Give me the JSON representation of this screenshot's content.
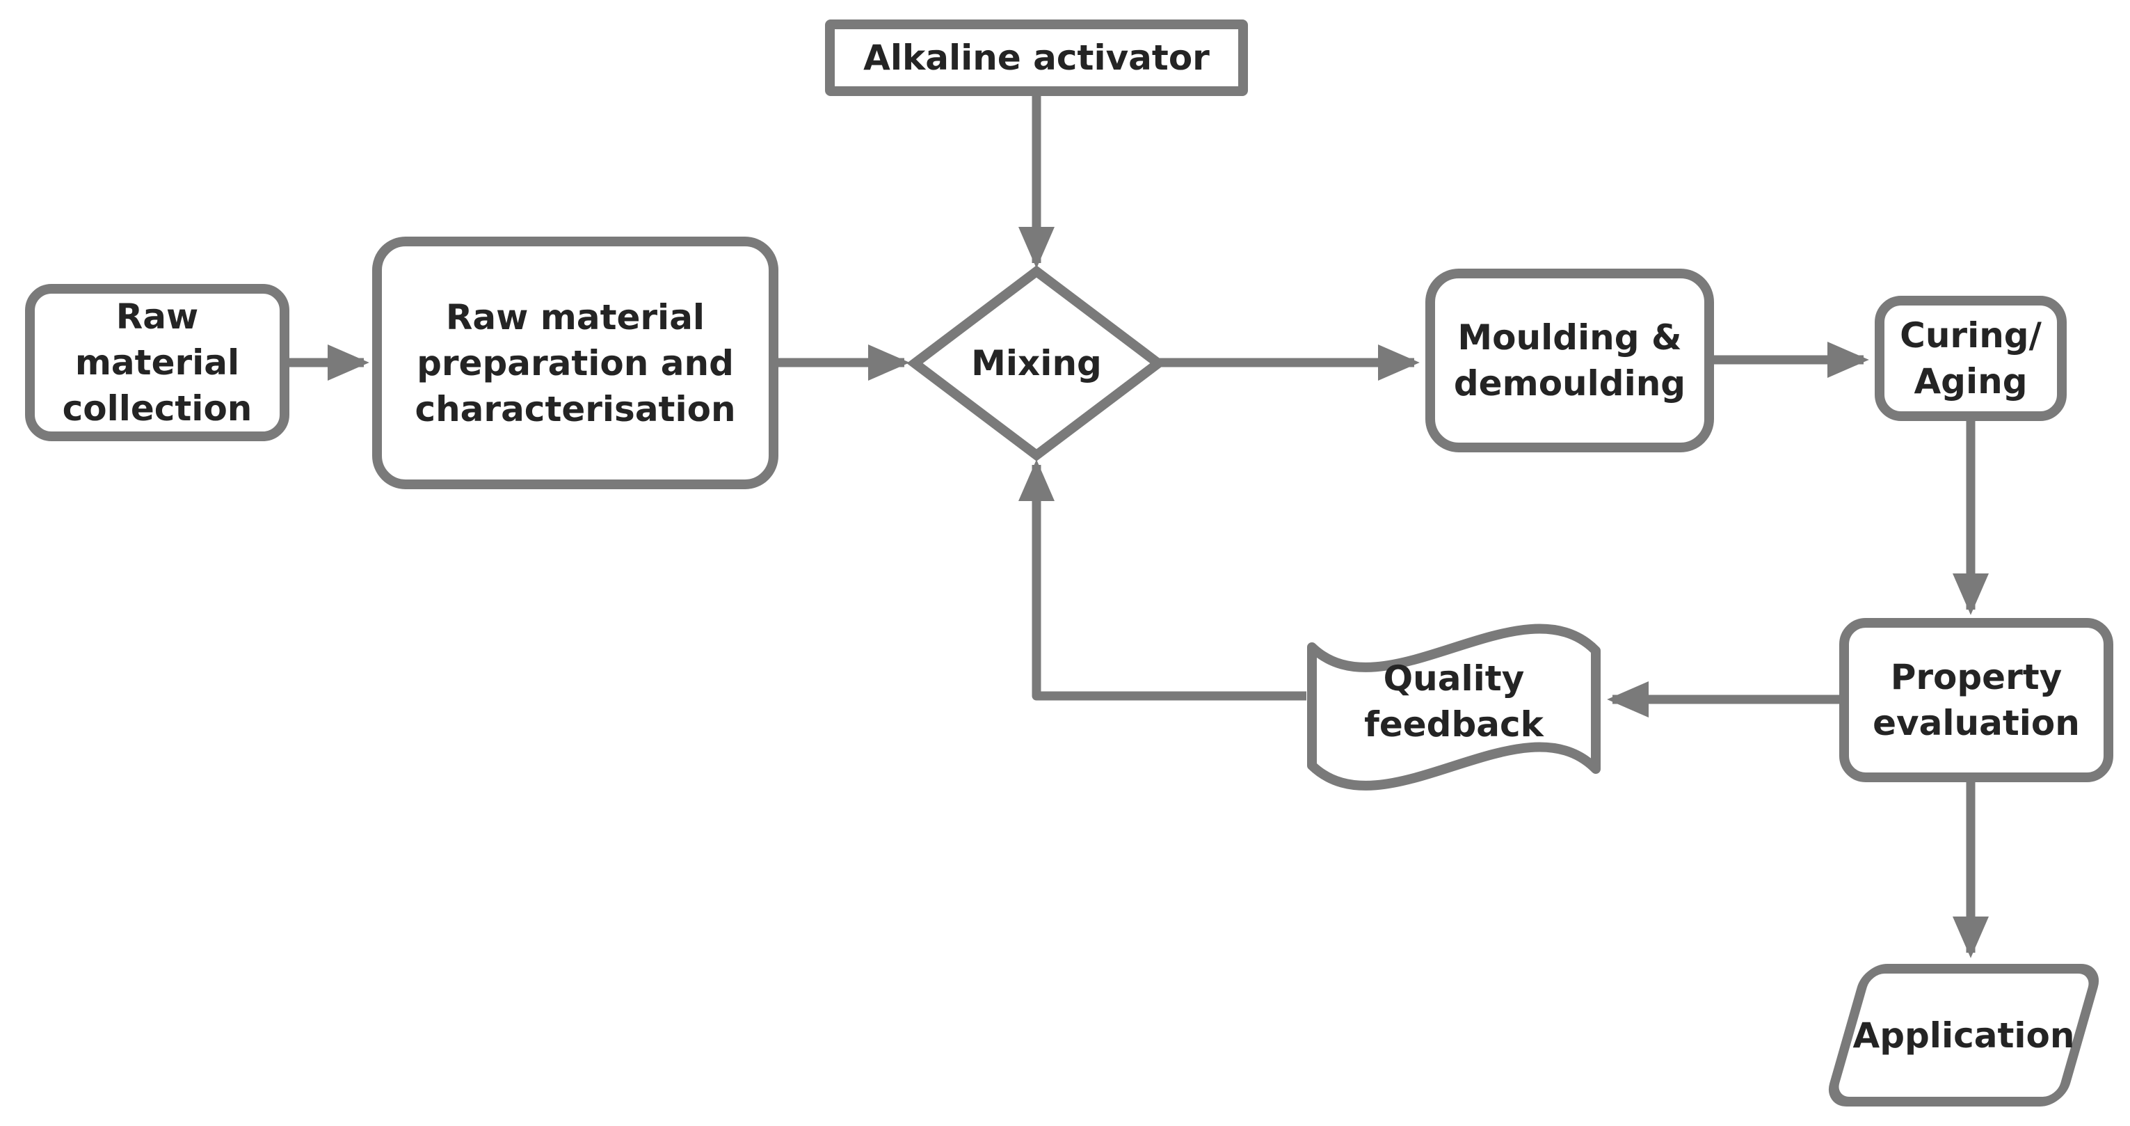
{
  "diagram": {
    "title": "Geopolymer production process flowchart",
    "colors": {
      "background": "#ffffff",
      "stroke": "#7a7a7a",
      "text": "#242424"
    },
    "nodes": {
      "collection": {
        "label": "Raw\nmaterial\ncollection",
        "shape": "rounded-rect"
      },
      "prep": {
        "label": "Raw material\npreparation and\ncharacterisation",
        "shape": "rounded-rect"
      },
      "alkaline": {
        "label": "Alkaline activator",
        "shape": "rect"
      },
      "mixing": {
        "label": "Mixing",
        "shape": "diamond"
      },
      "moulding": {
        "label": "Moulding &\ndemoulding",
        "shape": "rounded-rect"
      },
      "curing": {
        "label": "Curing/\nAging",
        "shape": "rounded-rect"
      },
      "property": {
        "label": "Property\nevaluation",
        "shape": "rounded-rect"
      },
      "quality": {
        "label": "Quality\nfeedback",
        "shape": "wave"
      },
      "application": {
        "label": "Application",
        "shape": "parallelogram"
      }
    },
    "edges": [
      {
        "from": "collection",
        "to": "prep"
      },
      {
        "from": "prep",
        "to": "mixing"
      },
      {
        "from": "alkaline",
        "to": "mixing"
      },
      {
        "from": "mixing",
        "to": "moulding"
      },
      {
        "from": "moulding",
        "to": "curing"
      },
      {
        "from": "curing",
        "to": "property"
      },
      {
        "from": "property",
        "to": "quality"
      },
      {
        "from": "quality",
        "to": "mixing"
      },
      {
        "from": "property",
        "to": "application"
      }
    ]
  }
}
